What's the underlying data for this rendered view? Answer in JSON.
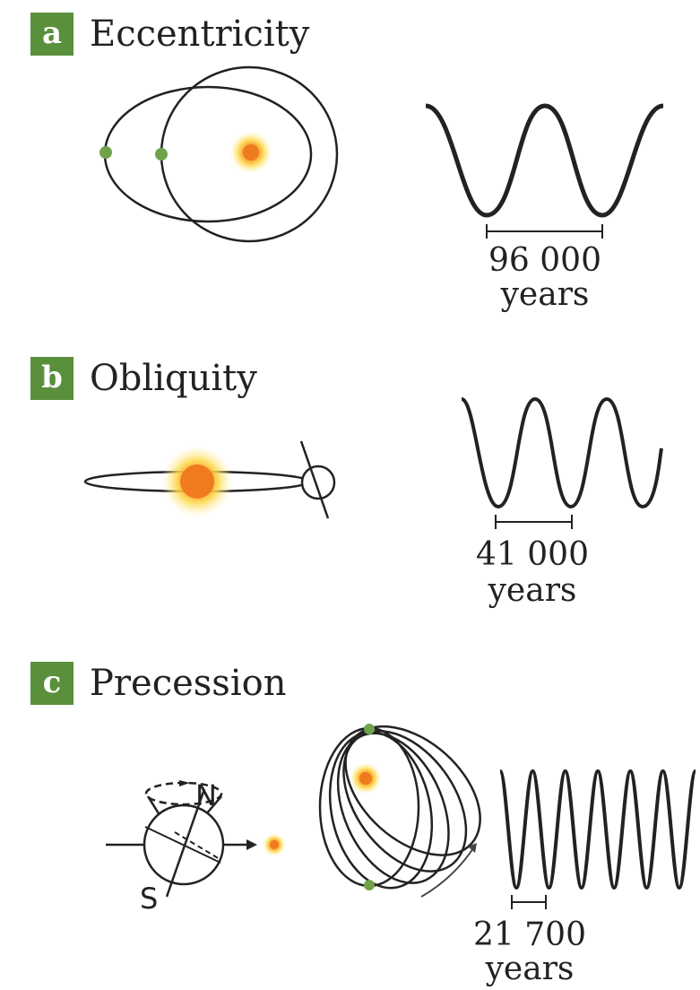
{
  "colors": {
    "badge": "#5a8f3c",
    "line": "#222222",
    "sun_core": "#f07a1e",
    "sun_glow": "#ffd84a",
    "marker": "#6fa24a"
  },
  "panels": [
    {
      "badge": "a",
      "title": "Eccentricity",
      "period_value": "96 000",
      "period_unit": "years"
    },
    {
      "badge": "b",
      "title": "Obliquity",
      "period_value": "41 000",
      "period_unit": "years"
    },
    {
      "badge": "c",
      "title": "Precession",
      "period_value": "21 700",
      "period_unit": "years"
    }
  ],
  "precession_labels": {
    "north": "N",
    "south": "S"
  }
}
